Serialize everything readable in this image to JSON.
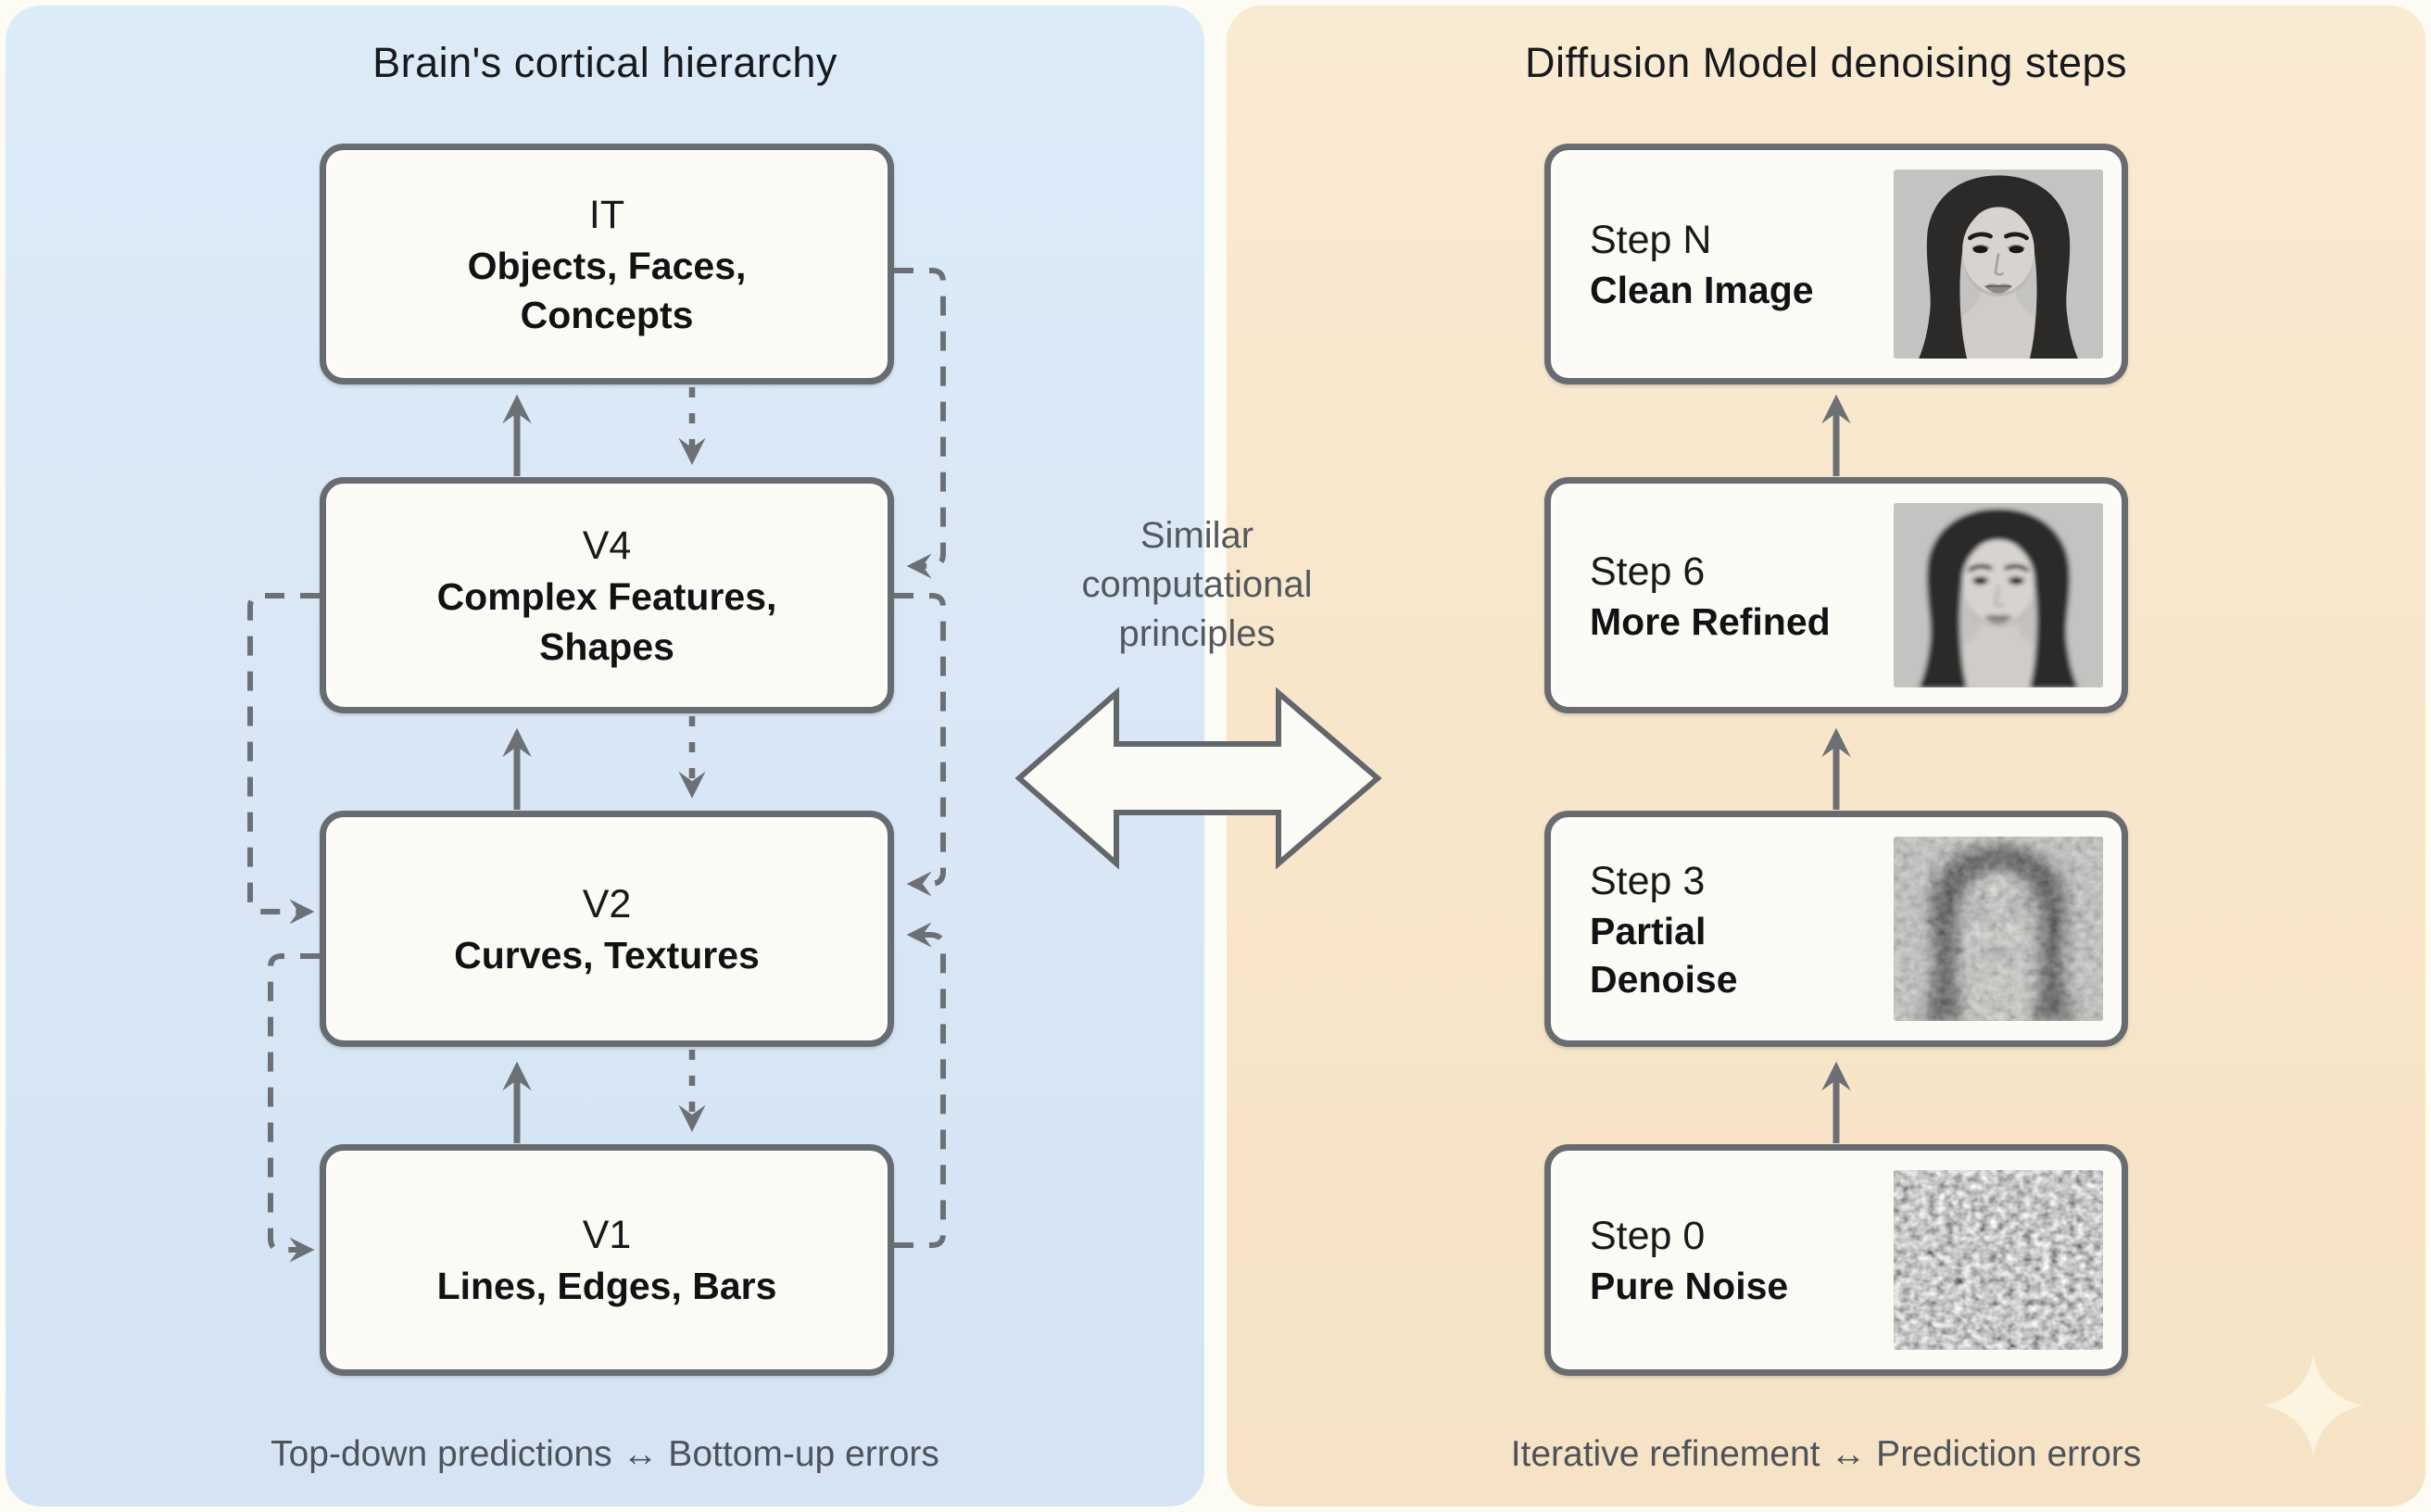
{
  "left_panel": {
    "title": "Brain's cortical hierarchy",
    "caption": "Top-down predictions ↔ Bottom-up errors",
    "boxes": [
      {
        "name": "IT",
        "desc": "Objects, Faces,",
        "desc2": "Concepts"
      },
      {
        "name": "V4",
        "desc": "Complex Features,",
        "desc2": "Shapes"
      },
      {
        "name": "V2",
        "desc": "Curves, Textures",
        "desc2": ""
      },
      {
        "name": "V1",
        "desc": "Lines, Edges, Bars",
        "desc2": ""
      }
    ]
  },
  "center": {
    "line1": "Similar",
    "line2": "computational",
    "line3": "principles"
  },
  "right_panel": {
    "title": "Diffusion Model denoising steps",
    "caption": "Iterative refinement ↔ Prediction errors",
    "steps": [
      {
        "label": "Step N",
        "desc": "Clean Image",
        "desc2": "",
        "image": "clean-face-photo"
      },
      {
        "label": "Step 6",
        "desc": "More Refined",
        "desc2": "",
        "image": "refined-face-photo"
      },
      {
        "label": "Step 3",
        "desc": "Partial",
        "desc2": "Denoise",
        "image": "partially-denoised-photo"
      },
      {
        "label": "Step 0",
        "desc": "Pure Noise",
        "desc2": "",
        "image": "noise-texture"
      }
    ]
  },
  "colors": {
    "left_bg": "#d9e7f6",
    "right_bg": "#f8e6ca",
    "divider_bg": "#fcfbf4",
    "box_fill": "#fbfaf4",
    "box_border": "#686c70",
    "arrow_color": "#6c7074",
    "text_dark": "#17191c",
    "text_muted": "#4e535a"
  }
}
